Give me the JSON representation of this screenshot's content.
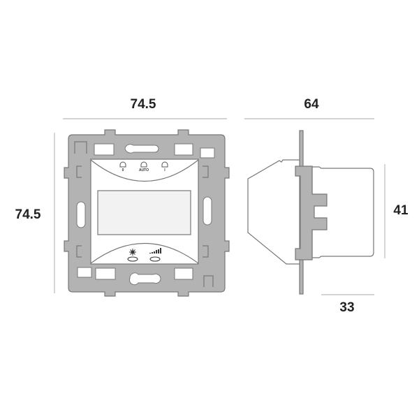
{
  "dimensions": {
    "front_width": "74.5",
    "front_height": "74.5",
    "side_depth": "64",
    "side_height": "41",
    "side_rear_depth": "33"
  },
  "front_labels": {
    "button_off": "0",
    "button_auto": "AUTO",
    "button_on": "I"
  },
  "icons": [
    "sun-icon",
    "signal-bars-icon"
  ],
  "colors": {
    "frame": "#b3b3b3",
    "outline": "#777777",
    "line": "#bbbbbb",
    "text": "#222222"
  }
}
